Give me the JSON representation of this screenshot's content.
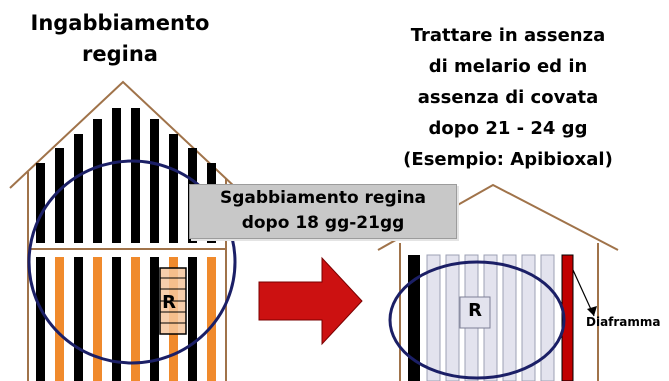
{
  "left_hive": {
    "title": "Ingabbiamento\nregina",
    "queen_label": "R"
  },
  "right_hive": {
    "title": "Trattare in assenza\ndi melario ed in\nassenza di covata\ndopo 21 - 24 gg\n(Esempio: Apibioxal)",
    "queen_label": "R",
    "divider_label": "Diaframma"
  },
  "release_note": "Sgabbiamento regina\ndopo 18 gg-21gg",
  "colors": {
    "outline": "#a0734a",
    "dark_frame": "#000000",
    "brood_frame": "#f08a2c",
    "empty_frame": "#e3e3ee",
    "circle": "#1b1f66",
    "arrow": "#cc1111",
    "divider": "#c00000",
    "note_box": "#c8c8c8"
  }
}
